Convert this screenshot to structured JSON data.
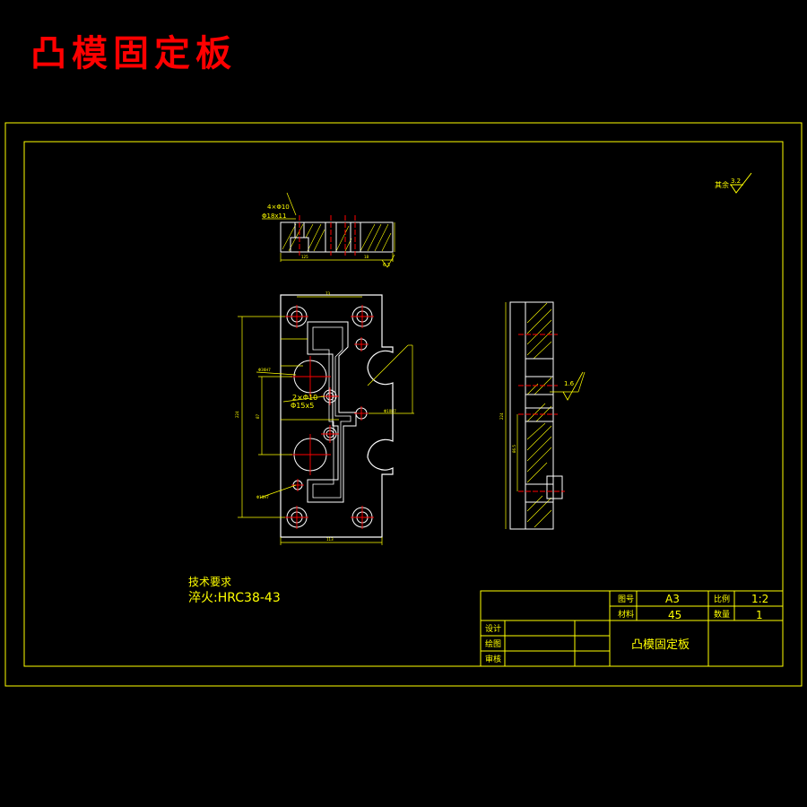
{
  "drawing": {
    "title": "凸模固定板",
    "roughness_symbol_label": "其余",
    "roughness_value": "3.2",
    "tech_req": {
      "heading": "技术要求",
      "line1": "淬火:HRC38-43"
    },
    "section_note": {
      "holes": "4×Φ10",
      "cbore": "Φ18x11"
    },
    "front_note": {
      "holes": "2×Φ10",
      "cbore": "Φ15x5"
    },
    "side_roughness": "1.6"
  },
  "title_block": {
    "drawing_no_label": "图号",
    "drawing_no_value": "A3",
    "scale_label": "比例",
    "scale_value": "1:2",
    "material_label": "材料",
    "material_value": "45",
    "quantity_label": "数量",
    "quantity_value": "1",
    "design_label": "设计",
    "draw_label": "绘图",
    "check_label": "审核",
    "part_name": "凸模固定板"
  },
  "colors": {
    "background": "#000000",
    "frame": "#ffff00",
    "title": "#ff0000",
    "geometry": "#ffffff",
    "centerline": "#ff0000"
  }
}
